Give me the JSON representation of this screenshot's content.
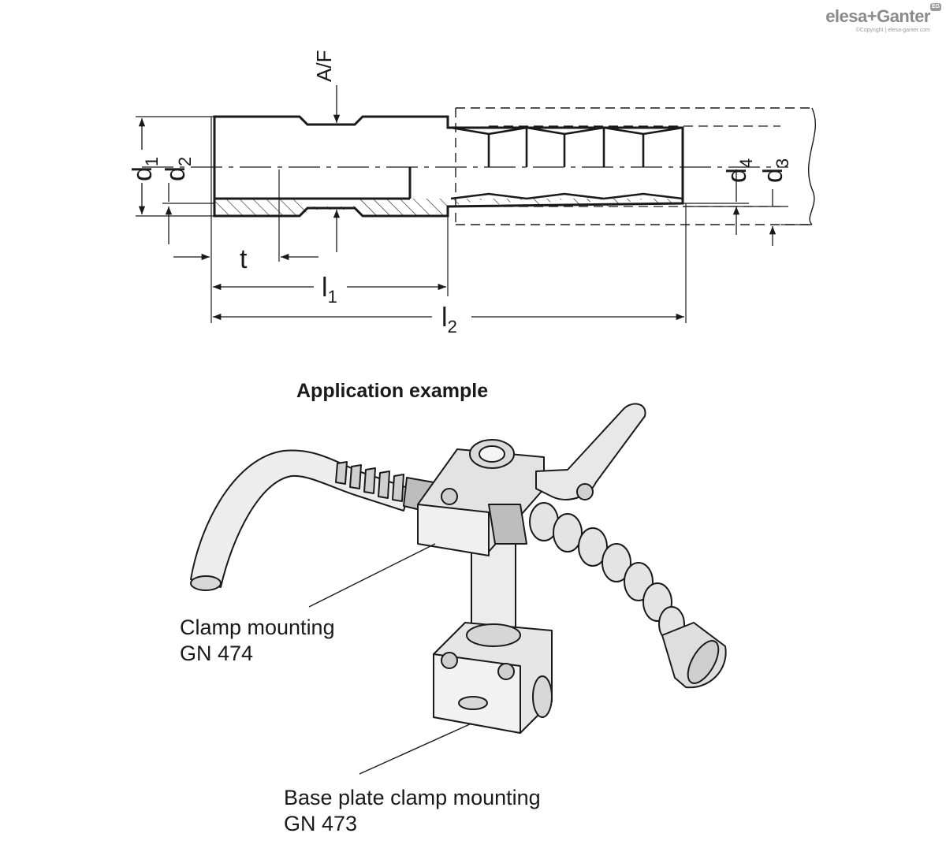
{
  "brand": {
    "logo_text": "elesa+Ganter",
    "copyright": "©Copyright | elesa-ganter.com",
    "badge": "EG"
  },
  "drawing": {
    "labels": {
      "af": "A/F",
      "d1": "d",
      "d1_sub": "1",
      "d2": "d",
      "d2_sub": "2",
      "d3": "d",
      "d3_sub": "3",
      "d4": "d",
      "d4_sub": "4",
      "t": "t",
      "l1": "l",
      "l1_sub": "1",
      "l2": "l",
      "l2_sub": "2"
    }
  },
  "application": {
    "heading": "Application example",
    "callout_1_line1": "Clamp mounting",
    "callout_1_line2": "GN 474",
    "callout_2_line1": "Base plate clamp mounting",
    "callout_2_line2": "GN 473"
  },
  "colors": {
    "line": "#1a1a1a",
    "part_fill": "#e6e6e6",
    "part_shade": "#c8c8c8",
    "logo_gray": "#8a8a8a"
  }
}
